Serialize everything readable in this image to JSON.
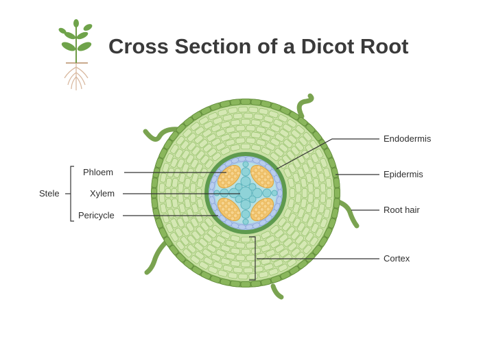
{
  "title": "Cross Section of a Dicot Root",
  "labels": {
    "stele": "Stele",
    "phloem": "Phloem",
    "xylem": "Xylem",
    "pericycle": "Pericycle",
    "endodermis": "Endodermis",
    "epidermis": "Epidermis",
    "root_hair": "Root hair",
    "cortex": "Cortex"
  },
  "colors": {
    "epidermis": "#7aa350",
    "cortex": "#c9e0a5",
    "cortex_cell_stroke": "#94bf6a",
    "endodermis": "#5e9a4e",
    "pericycle": "#a9c3e8",
    "xylem": "#8fd3d8",
    "phloem": "#f2c46d",
    "line": "#333333"
  },
  "icons": {
    "logo": "seedling-plant-icon"
  }
}
